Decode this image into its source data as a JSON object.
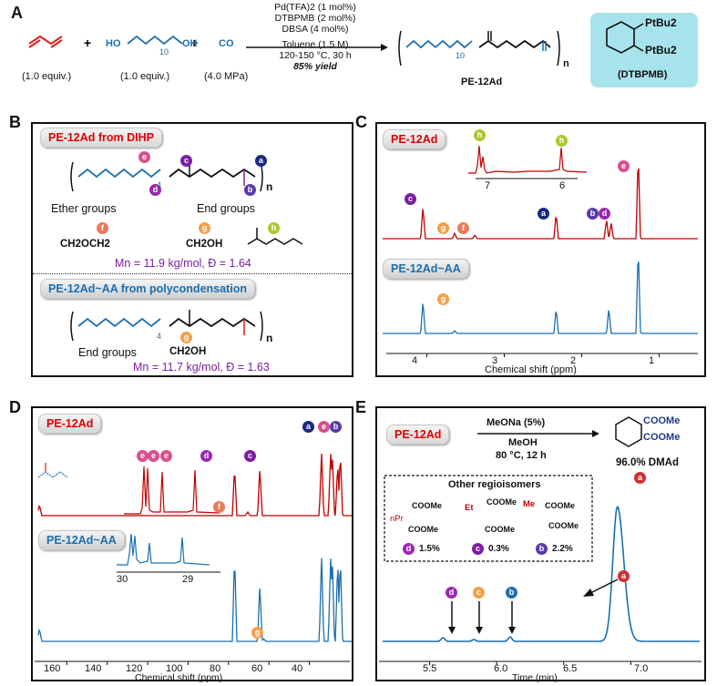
{
  "panelA": {
    "letter": "A",
    "reagents": [
      "(1.0 equiv.)",
      "(1.0 equiv.)",
      "(4.0 MPa)"
    ],
    "diol_HO_left": "HO",
    "diol_HO_right": "OH",
    "diol_subscript": "10",
    "co": "CO",
    "conditions": [
      "Pd(TFA)2 (1 mol%)",
      "DTBPMB (2 mol%)",
      "DBSA (4 mol%)",
      "Toluene (1.5 M)",
      "120-150 °C, 30 h"
    ],
    "yield": "85% yield",
    "product_name": "PE-12Ad",
    "product_subscript": "10",
    "product_n": "n",
    "ligand_name": "(DTBPMB)",
    "ligand_P1": "PtBu2",
    "ligand_P2": "PtBu2"
  },
  "panelB": {
    "letter": "B",
    "tag1": "PE-12Ad from DIHP",
    "ether_groups": "Ether groups",
    "end_groups": "End groups",
    "ether_formula": "CH2OCH2",
    "end_formula_g": "CH2OH",
    "subscript4": "4",
    "mn1": "Mn = 11.9 kg/mol, Đ = 1.64",
    "tag2": "PE-12Ad~AA from polycondensation",
    "end_groups2": "End groups",
    "end_formula2": "CH2OH",
    "mn2": "Mn = 11.7 kg/mol, Đ = 1.63",
    "n": "n"
  },
  "panelC": {
    "letter": "C",
    "tag1": "PE-12Ad",
    "tag2": "PE-12Ad~AA",
    "xlabel": "Chemical shift (ppm)",
    "ticks": [
      "4",
      "3",
      "2",
      "1"
    ],
    "inset_ticks": [
      "7",
      "6"
    ]
  },
  "panelD": {
    "letter": "D",
    "tag1": "PE-12Ad",
    "tag2": "PE-12Ad~AA",
    "xlabel": "Chemical shift (ppm)",
    "ticks": [
      "160",
      "140",
      "120",
      "100",
      "80",
      "60",
      "40"
    ],
    "inset_ticks": [
      "30",
      "29"
    ]
  },
  "panelE": {
    "letter": "E",
    "tag": "PE-12Ad",
    "reagent": "MeONa (5%)",
    "solvent": "MeOH",
    "cond": "80 °C, 12 h",
    "product": "96.0% DMAd",
    "coome": "COOMe",
    "box_title": "Other regioisomers",
    "iso_d": "1.5%",
    "iso_c": "0.3%",
    "iso_b": "2.2%",
    "iso_d_sub": "nPr",
    "iso_c_sub": "Et",
    "iso_b_sub": "Me",
    "xlabel": "Time (min)",
    "ticks": [
      "5.5",
      "6.0",
      "6.5",
      "7.0"
    ]
  },
  "circles": {
    "a": "a",
    "b": "b",
    "c": "c",
    "d": "d",
    "e": "e",
    "f": "f",
    "g": "g",
    "h": "h"
  },
  "chart_data": [
    {
      "type": "line",
      "title": "",
      "xlabel": "Chemical shift (ppm)",
      "xlim": [
        4.5,
        0.5
      ],
      "series": [
        {
          "name": "PE-12Ad",
          "peaks": [
            {
              "x": 4.05,
              "label": "c"
            },
            {
              "x": 3.64,
              "label": "g"
            },
            {
              "x": 3.38,
              "label": "f"
            },
            {
              "x": 2.33,
              "label": "a"
            },
            {
              "x": 1.68,
              "label": "b"
            },
            {
              "x": 1.62,
              "label": "d"
            },
            {
              "x": 1.27,
              "label": "e"
            }
          ]
        },
        {
          "name": "PE-12Ad~AA",
          "peaks": [
            {
              "x": 4.05
            },
            {
              "x": 3.64,
              "label": "g"
            },
            {
              "x": 2.33
            },
            {
              "x": 1.65
            },
            {
              "x": 1.27
            }
          ]
        }
      ]
    },
    {
      "type": "line",
      "title": "",
      "xlabel": "Chemical shift (ppm)",
      "xlim": [
        175,
        20
      ],
      "series": [
        {
          "name": "PE-12Ad",
          "peaks": [
            {
              "x": 173.5
            },
            {
              "x": 77
            },
            {
              "x": 64.5,
              "label": "c"
            },
            {
              "x": 34,
              "label": "a"
            },
            {
              "x": 29.5,
              "label": "e"
            },
            {
              "x": 28.7,
              "label": "e"
            },
            {
              "x": 26,
              "label": "e"
            },
            {
              "x": 24.7,
              "label": "b"
            },
            {
              "x": 70.5,
              "label": "f"
            }
          ]
        },
        {
          "name": "PE-12Ad~AA",
          "peaks": [
            {
              "x": 173.5
            },
            {
              "x": 77
            },
            {
              "x": 64.5
            },
            {
              "x": 62.7,
              "label": "g"
            },
            {
              "x": 34
            },
            {
              "x": 29.5
            },
            {
              "x": 28.7
            },
            {
              "x": 26
            },
            {
              "x": 24.7
            }
          ]
        }
      ]
    },
    {
      "type": "line",
      "title": "",
      "xlabel": "Time (min)",
      "xlim": [
        5.15,
        7.5
      ],
      "series": [
        {
          "name": "GC",
          "peaks": [
            {
              "x": 5.6,
              "label": "d"
            },
            {
              "x": 5.83,
              "label": "c"
            },
            {
              "x": 6.1,
              "label": "b"
            },
            {
              "x": 6.9,
              "label": "a"
            }
          ]
        }
      ]
    }
  ]
}
